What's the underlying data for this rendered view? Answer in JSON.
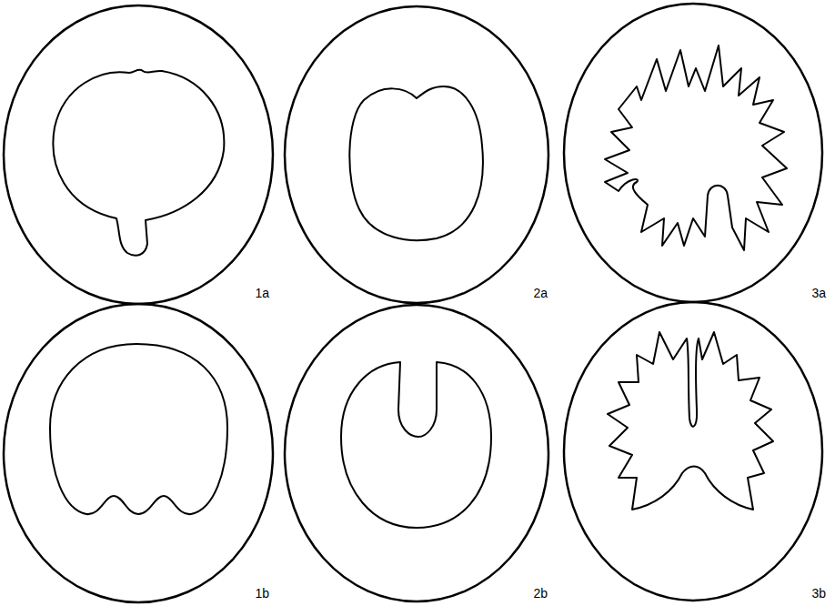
{
  "diagram": {
    "labels": [
      "1a",
      "2a",
      "3a",
      "1b",
      "2b",
      "3b"
    ]
  }
}
